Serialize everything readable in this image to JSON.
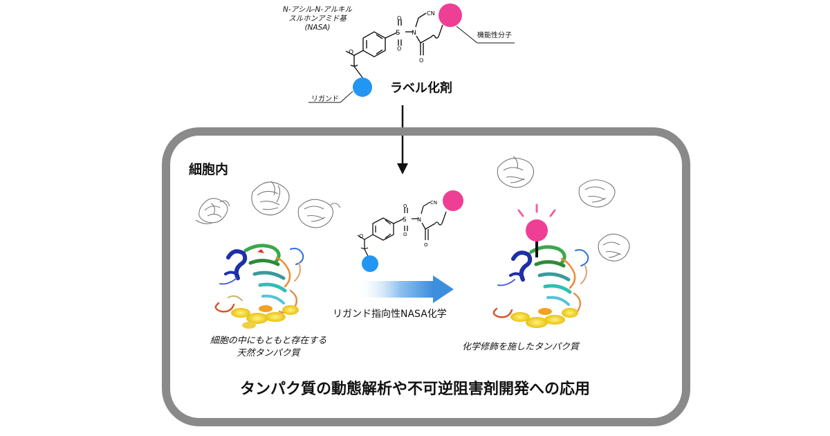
{
  "top": {
    "nasa_line1": "N-アシル-N-アルキル",
    "nasa_line2": "スルホンアミド基",
    "nasa_line3": "(NASA)",
    "functional_molecule": "機能性分子",
    "ligand": "リガンド",
    "labeling_reagent": "ラベル化剤"
  },
  "chem": {
    "cn": "CN",
    "s": "S",
    "n": "N",
    "o": "O"
  },
  "cell": {
    "label": "細胞内",
    "process": "リガンド指向性NASA化学",
    "native_line1": "細胞の中にもともと存在する",
    "native_line2": "天然タンパク質",
    "modified": "化学修飾を施したタンパク質",
    "application": "タンパク質の動態解析や不可逆阻害剤開発への応用"
  },
  "colors": {
    "magenta": "#ef3f94",
    "blue": "#2196f3",
    "frame": "#8a8a8a"
  }
}
